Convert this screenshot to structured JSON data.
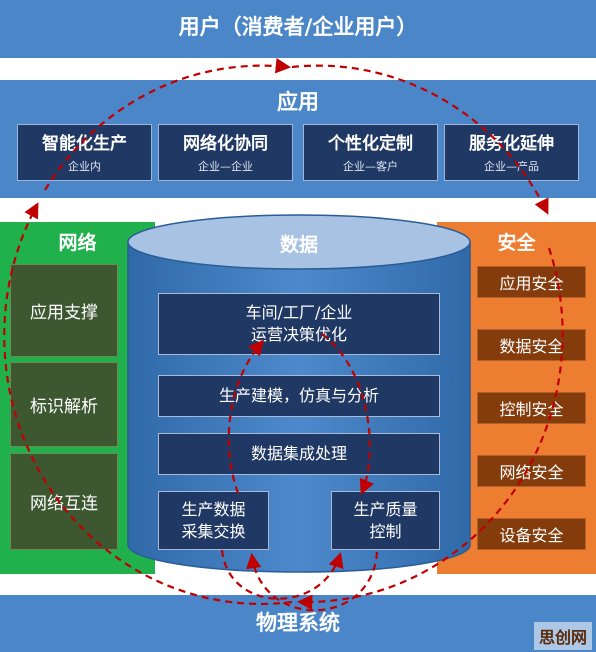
{
  "top": {
    "title": "用户（消费者/企业用户）"
  },
  "application": {
    "title": "应用",
    "items": [
      {
        "title": "智能化生产",
        "subtitle": "企业内"
      },
      {
        "title": "网络化协同",
        "subtitle": "企业—企业"
      },
      {
        "title": "个性化定制",
        "subtitle": "企业—客户"
      },
      {
        "title": "服务化延伸",
        "subtitle": "企业—产品"
      }
    ]
  },
  "network": {
    "title": "网络",
    "items": [
      "应用支撑",
      "标识解析",
      "网络互连"
    ]
  },
  "data": {
    "title": "数据",
    "decision": [
      "车间/工厂/企业",
      "运营决策优化"
    ],
    "modeling": "生产建模，仿真与分析",
    "integration": "数据集成处理",
    "collection": [
      "生产数据",
      "采集交换"
    ],
    "quality": [
      "生产质量",
      "控制"
    ]
  },
  "security": {
    "title": "安全",
    "items": [
      "应用安全",
      "数据安全",
      "控制安全",
      "网络安全",
      "设备安全"
    ]
  },
  "bottom": {
    "title": "物理系统"
  },
  "watermark": "思创网",
  "colors": {
    "blue_band": "#4a86c8",
    "navy_box": "#203864",
    "network_green": "#21b14c",
    "network_box": "#3d5731",
    "security_orange": "#ed7d31",
    "security_box": "#843c0c",
    "arrow_red": "#c00000"
  }
}
